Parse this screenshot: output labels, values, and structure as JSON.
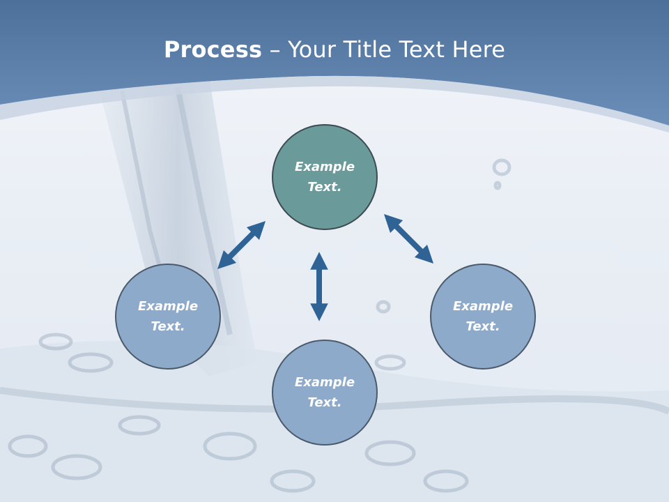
{
  "title": {
    "bold": "Process",
    "rest": " – Your Title Text Here"
  },
  "colors": {
    "header": "#5e83ac",
    "top_node_fill": "#6a9a9a",
    "node_fill": "#8eaacb",
    "node_border": "#4a5a6a",
    "arrow": "#2f6396"
  },
  "nodes": [
    {
      "text": "Example Text."
    },
    {
      "text": "Example Text."
    },
    {
      "text": "Example Text."
    },
    {
      "text": "Example Text."
    }
  ],
  "connectors": [
    {
      "from": "Example Text. (top)",
      "to": "Example Text. (left)",
      "style": "double-arrow"
    },
    {
      "from": "Example Text. (top)",
      "to": "Example Text. (right)",
      "style": "double-arrow"
    },
    {
      "from": "Example Text. (top)",
      "to": "Example Text. (bottom)",
      "style": "double-arrow"
    }
  ]
}
